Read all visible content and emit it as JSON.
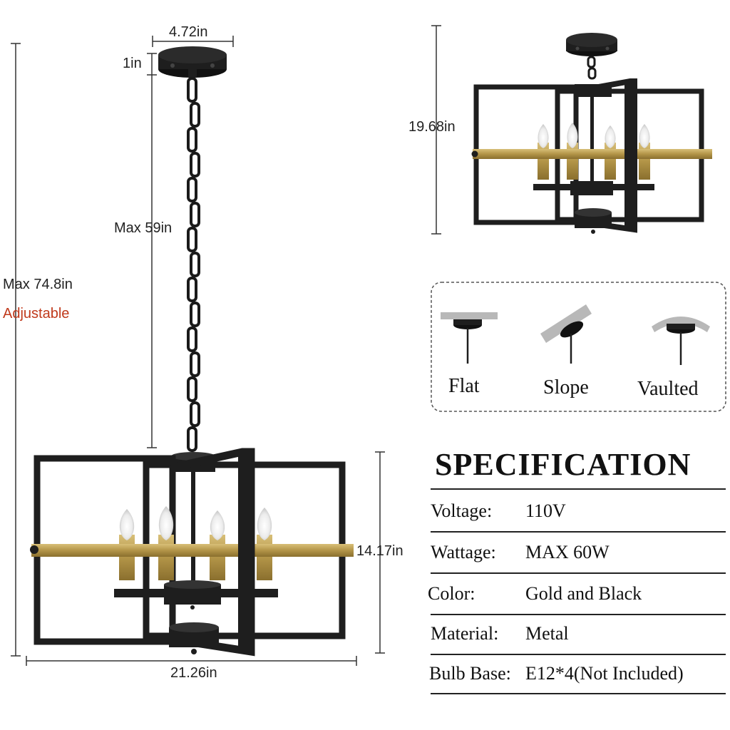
{
  "dimensions": {
    "canopy_width": "4.72in",
    "canopy_height": "1in",
    "chain_length": "Max 59in",
    "total_height": "Max 74.8in",
    "adjustable_note": "Adjustable",
    "body_height": "14.17in",
    "body_width": "21.26in",
    "semi_flush_height": "19.68in"
  },
  "mounting": {
    "options": [
      "Flat",
      "Slope",
      "Vaulted"
    ]
  },
  "specification": {
    "title": "SPECIFICATION",
    "rows": [
      {
        "label": "Voltage:",
        "value": "110V"
      },
      {
        "label": "Wattage:",
        "value": "MAX 60W"
      },
      {
        "label": "Color:",
        "value": "Gold and Black"
      },
      {
        "label": "Material:",
        "value": "Metal"
      },
      {
        "label": "Bulb Base:",
        "value": "E12*4(Not Included)"
      }
    ]
  },
  "colors": {
    "black_finish": "#1e1e1e",
    "gold_finish": "#b39548",
    "adjustable_text": "#c0391b"
  }
}
